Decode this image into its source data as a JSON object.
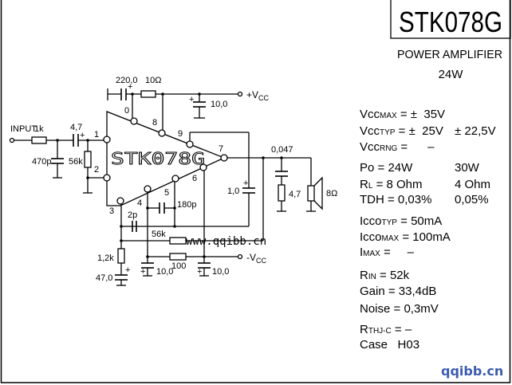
{
  "title": "STK078G",
  "subtitle": "POWER AMPLIFIER",
  "power_heading": "24W",
  "watermark": "www.qqibb.cn",
  "logo": "qqibb.cn",
  "chip_label": "STK078G",
  "schematic": {
    "input_label": "INPUT",
    "r_in": "1k",
    "c_in": "4,7",
    "c_470p": "470p",
    "r_56k_in": "56k",
    "c_top": "220,0",
    "r_top": "10Ω",
    "vcc_pos": "+V",
    "vcc_sub": "CC",
    "c_vcc_pos": "10,0",
    "c_boot": "1,0",
    "c_out": "0,047",
    "r_zobel": "4,7",
    "speaker": "8Ω",
    "c_2p": "2p",
    "c_180p": "180p",
    "r_fb": "56k",
    "r_12k": "1,2k",
    "c_47": "47,0",
    "c_neg1": "10,0",
    "r_neg": "100",
    "c_neg2": "10,0",
    "vcc_neg": "-V",
    "pins": [
      "0",
      "1",
      "2",
      "3",
      "4",
      "5",
      "6",
      "7",
      "8",
      "9"
    ]
  },
  "specs": [
    {
      "label": "Vcc",
      "sub": "MAX",
      "value": "= ±  35V",
      "value2": ""
    },
    {
      "label": "Vcc",
      "sub": "TYP",
      "value": "= ±  25V",
      "value2": "± 22,5V"
    },
    {
      "label": "Vcc",
      "sub": "RNG",
      "value": "=      –",
      "value2": ""
    },
    {
      "label": "Po",
      "sub": "",
      "value": "= 24W",
      "value2": "30W"
    },
    {
      "label": "R",
      "sub": "L",
      "value": "= 8 Ohm",
      "value2": "4 Ohm"
    },
    {
      "label": "TDH",
      "sub": "",
      "value": "= 0,03%",
      "value2": "0,05%"
    },
    {
      "label": "Icco",
      "sub": "TYP",
      "value": "= 50mA",
      "value2": ""
    },
    {
      "label": "Icco",
      "sub": "MAX",
      "value": "= 100mA",
      "value2": ""
    },
    {
      "label": "I",
      "sub": "MAX",
      "value": "=     –",
      "value2": ""
    },
    {
      "label": "R",
      "sub": "IN",
      "value": "= 52k",
      "value2": ""
    },
    {
      "label": "Gain",
      "sub": "",
      "value": "= 33,4dB",
      "value2": ""
    },
    {
      "label": "Noise",
      "sub": "",
      "value": "= 0,3mV",
      "value2": ""
    },
    {
      "label": "R",
      "sub": "THJ-C",
      "value": "= –",
      "value2": ""
    },
    {
      "label": "Case",
      "sub": "",
      "value": "  H03",
      "value2": ""
    }
  ]
}
